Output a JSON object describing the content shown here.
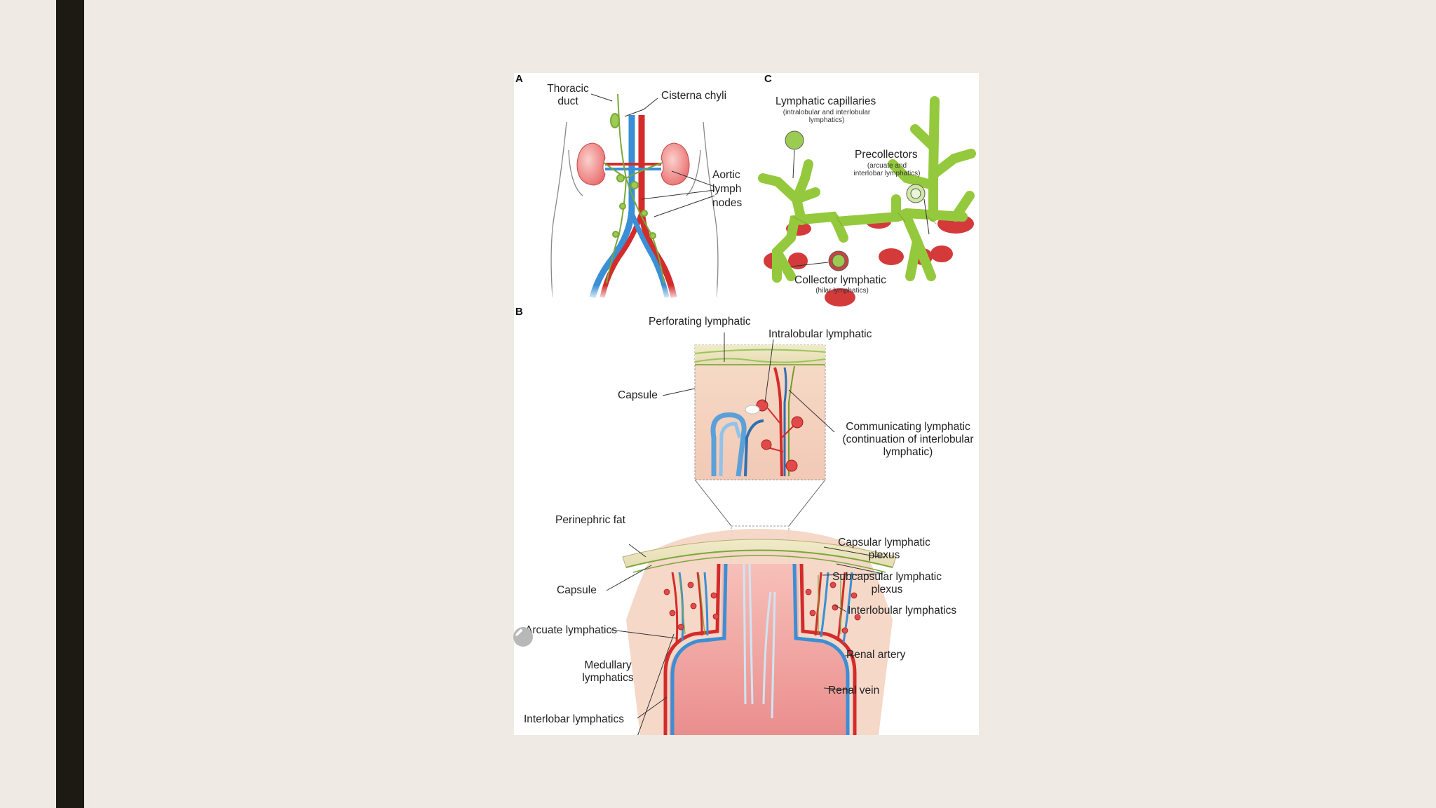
{
  "colors": {
    "background": "#efebe4",
    "sidebar_bar": "#1c1a12",
    "lymphatic_green": "#8dc63f",
    "artery_red": "#d42b2b",
    "vein_blue": "#3a8fd6",
    "kidney_pink": "#f08a8a"
  },
  "panels": {
    "a": {
      "letter": "A",
      "labels": {
        "thoracic_duct": [
          "Thoracic",
          "duct"
        ],
        "cisterna_chyli": "Cisterna chyli",
        "aortic_lymph_nodes": [
          "Aortic",
          "lymph",
          "nodes"
        ]
      }
    },
    "c": {
      "letter": "C",
      "labels": {
        "lymphatic_capillaries": "Lymphatic capillaries",
        "lymphatic_capillaries_sub": [
          "(intralobular and interlobular",
          "lymphatics)"
        ],
        "precollectors": "Precollectors",
        "precollectors_sub": [
          "(arcuate and",
          "interlobar lymphatics)"
        ],
        "collector_lymphatic": "Collector lymphatic",
        "collector_lymphatic_sub": "(hilar lymphatics)"
      }
    },
    "b": {
      "letter": "B",
      "labels": {
        "perforating_lymphatic": "Perforating lymphatic",
        "intralobular_lymphatic": "Intralobular lymphatic",
        "capsule_top": "Capsule",
        "communicating_lymphatic": [
          "Communicating lymphatic",
          "(continuation of interlobular",
          "lymphatic)"
        ],
        "perinephric_fat": "Perinephric fat",
        "capsular_lymphatic_plexus": [
          "Capsular lymphatic",
          "plexus"
        ],
        "subcapsular_lymphatic_plexus": [
          "Subcapsular lymphatic",
          "plexus"
        ],
        "capsule_bottom": "Capsule",
        "interlobular_lymphatics": "Interlobular lymphatics",
        "arcuate_lymphatics": "Arcuate lymphatics",
        "renal_artery": "Renal artery",
        "medullary_lymphatics": [
          "Medullary",
          "lymphatics"
        ],
        "renal_vein": "Renal vein",
        "interlobar_lymphatics": "Interlobar lymphatics"
      }
    }
  },
  "edit_icon": "pencil-icon"
}
